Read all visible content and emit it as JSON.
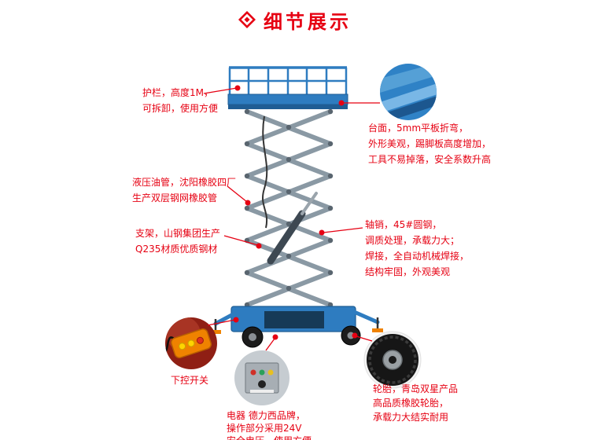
{
  "page": {
    "title": "细节展示"
  },
  "icons": {
    "header": "nested-diamond-icon",
    "insets": [
      "platform-photo",
      "remote-control-photo",
      "control-box-photo",
      "tire-photo"
    ]
  },
  "colors": {
    "accent": "#e60012",
    "machine_blue": "#2e7cc0",
    "machine_blue_dark": "#1f5d94",
    "arm_gray": "#8a99a4",
    "remote_orange": "#ef8200"
  },
  "callouts": {
    "guardrail": {
      "lines": [
        "护栏，高度1M，",
        "可拆卸，使用方便"
      ]
    },
    "platform_surface": {
      "lines": [
        "台面，5mm平板折弯，",
        "外形美观，踢脚板高度增加，",
        "工具不易掉落，安全系数升高"
      ]
    },
    "hydraulic_hose": {
      "lines": [
        "液压油管，沈阳橡胶四厂",
        "生产双层钢网橡胶管"
      ]
    },
    "support_frame": {
      "lines": [
        "支架，山钢集团生产",
        "Q235材质优质钢材"
      ]
    },
    "axle_pin_weld": {
      "lines": [
        "轴销，45#圆钢，",
        "调质处理，承载力大；",
        "焊接，全自动机械焊接，",
        "结构牢固，外观美观"
      ]
    },
    "lower_control_switch": {
      "lines": [
        "下控开关"
      ]
    },
    "electrics": {
      "lines": [
        "电器 德力西品牌，",
        "操作部分采用24V",
        "安全电压，使用方便"
      ]
    },
    "tires": {
      "lines": [
        "轮胎，青岛双星产品",
        "高品质橡胶轮胎，",
        "承载力大结实耐用"
      ]
    }
  }
}
